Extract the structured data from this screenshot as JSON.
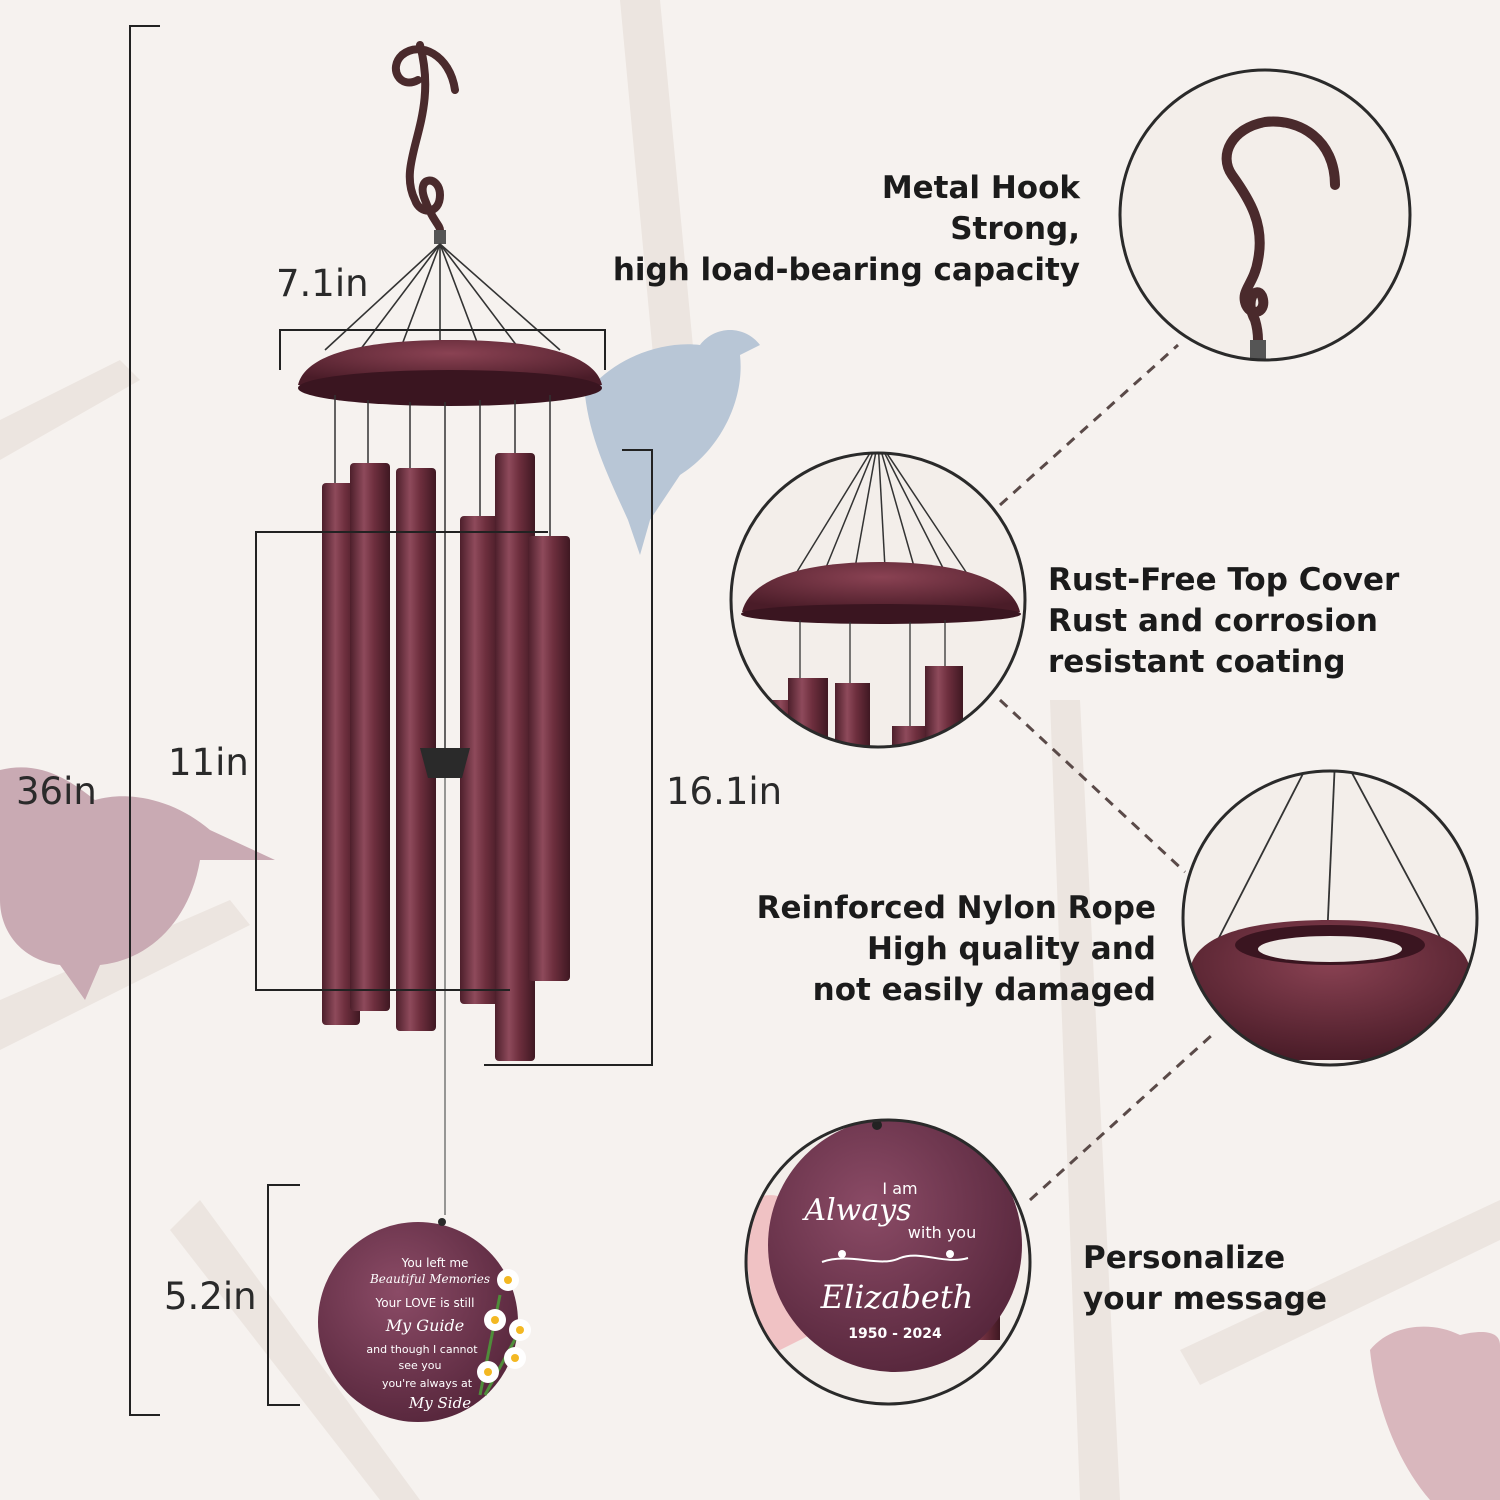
{
  "colors": {
    "background": "#f6f2ef",
    "tube": "#6e2f3e",
    "tube_dark": "#4d1f2b",
    "tube_light": "#8e4a5b",
    "hook": "#4a2a2c",
    "line": "#222222",
    "dashed": "#5a4a48",
    "bird_blue": "#b8c6d6",
    "bird_mauve": "#c9aab3",
    "branch": "#e9e2dd"
  },
  "dimensions": {
    "overall_height": "36in",
    "top_width": "7.1in",
    "short_tube": "11in",
    "long_tube": "16.1in",
    "plaque_height": "5.2in"
  },
  "features": [
    {
      "title": "Metal Hook",
      "lines": [
        "Strong,",
        "high load-bearing capacity"
      ],
      "icon": "hook-icon"
    },
    {
      "title": "Rust-Free Top Cover",
      "lines": [
        "Rust and corrosion",
        "resistant coating"
      ],
      "icon": "top-cover-icon"
    },
    {
      "title": "Reinforced Nylon Rope",
      "lines": [
        "High quality and",
        "not easily damaged"
      ],
      "icon": "rope-icon"
    },
    {
      "title": "Personalize",
      "lines": [
        "your message"
      ],
      "icon": "plaque-icon"
    }
  ],
  "plaque_main": {
    "lines": [
      "You left me",
      "Beautiful Memories",
      "Your LOVE is still",
      "My Guide",
      "and though I cannot",
      "see you",
      "you're always at",
      "My Side"
    ]
  },
  "plaque_custom": {
    "line1": "I am",
    "line2": "Always",
    "line3": "with you",
    "name": "Elizabeth",
    "years": "1950 - 2024"
  }
}
